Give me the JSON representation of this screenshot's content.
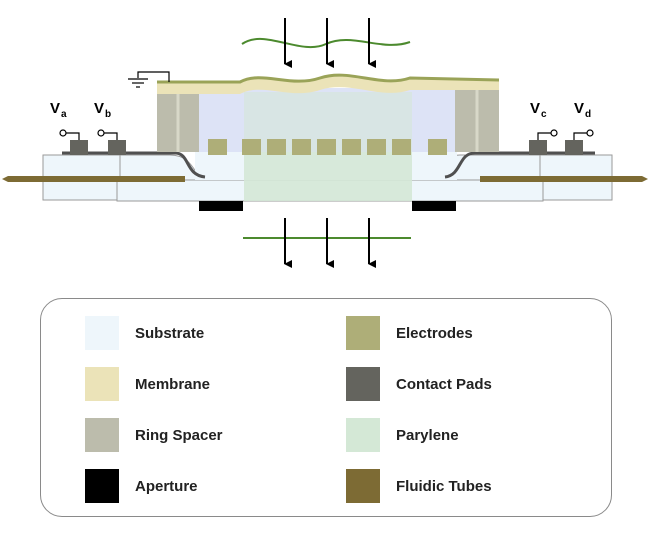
{
  "voltages": [
    {
      "letter": "V",
      "sub": "a"
    },
    {
      "letter": "V",
      "sub": "b"
    },
    {
      "letter": "V",
      "sub": "c"
    },
    {
      "letter": "V",
      "sub": "d"
    }
  ],
  "legend": [
    {
      "label": "Substrate",
      "color": "#eef6fb"
    },
    {
      "label": "Electrodes",
      "color": "#aeae78"
    },
    {
      "label": "Membrane",
      "color": "#ebe3b8"
    },
    {
      "label": "Contact Pads",
      "color": "#64645e"
    },
    {
      "label": "Ring Spacer",
      "color": "#bcbcac"
    },
    {
      "label": "Parylene",
      "color": "#d4e8d6"
    },
    {
      "label": "Aperture",
      "color": "#000000"
    },
    {
      "label": "Fluidic Tubes",
      "color": "#7d6b34"
    }
  ],
  "colors": {
    "wave": "#4c8a2e",
    "arrow": "#000000",
    "outline": "#9a9a9a",
    "chamber": "#dde3f6"
  }
}
